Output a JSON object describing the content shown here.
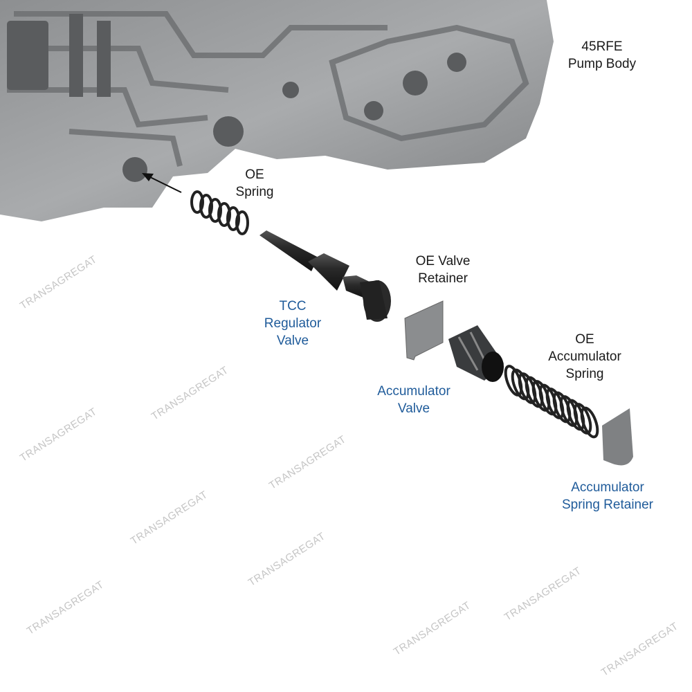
{
  "watermark": "TRANSAGREGAT",
  "labels": {
    "pump_body": [
      "45RFE",
      "Pump Body"
    ],
    "oe_spring": [
      "OE",
      "Spring"
    ],
    "tcc_valve": [
      "TCC",
      "Regulator",
      "Valve"
    ],
    "oe_valve_retainer": [
      "OE Valve",
      "Retainer"
    ],
    "accumulator_valve": [
      "Accumulator",
      "Valve"
    ],
    "oe_accumulator_spring": [
      "OE",
      "Accumulator",
      "Spring"
    ],
    "accumulator_spring_retainer": [
      "Accumulator",
      "Spring Retainer"
    ]
  },
  "colors": {
    "part_label": "#1f5b9a",
    "oe_label": "#1a1a1a"
  }
}
